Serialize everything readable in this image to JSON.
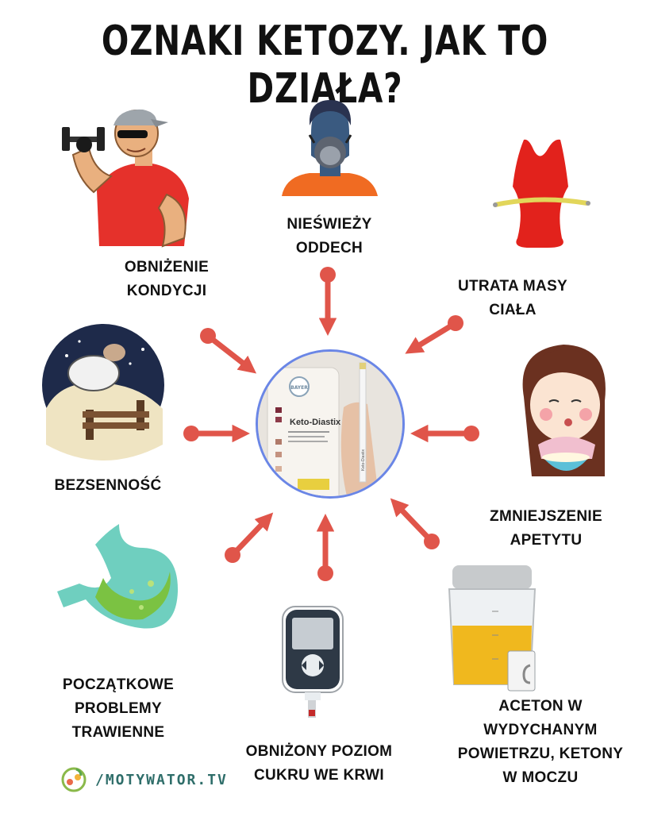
{
  "title": "OZNAKI KETOZY. JAK TO DZIAŁA?",
  "symptoms": {
    "kondycja": [
      "OBNIŻENIE",
      "KONDYCJI"
    ],
    "oddech": [
      "NIEŚWIEŻY",
      "ODDECH"
    ],
    "masa": [
      "UTRATA MASY",
      "CIAŁA"
    ],
    "bezsennosc": [
      "BEZSENNOŚĆ"
    ],
    "apetyt": [
      "ZMNIEJSZENIE",
      "APETYTU"
    ],
    "trawienie": [
      "POCZĄTKOWE",
      "PROBLEMY",
      "TRAWIENNE"
    ],
    "cukier": [
      "OBNIŻONY POZIOM",
      "CUKRU WE KRWI"
    ],
    "aceton": [
      "ACETON W",
      "WYDYCHANYM",
      "POWIETRZU,  KETONY",
      "W MOCZU"
    ]
  },
  "center_image": {
    "strip_brand": "BAYER",
    "strip_label": "Keto-Diastix",
    "strip_stick_text": "Keto-Diastix"
  },
  "logo": "/MOTYWATOR.TV",
  "colors": {
    "arrow": "#e0554a",
    "circle_border": "#6a86e6",
    "text": "#111111"
  }
}
